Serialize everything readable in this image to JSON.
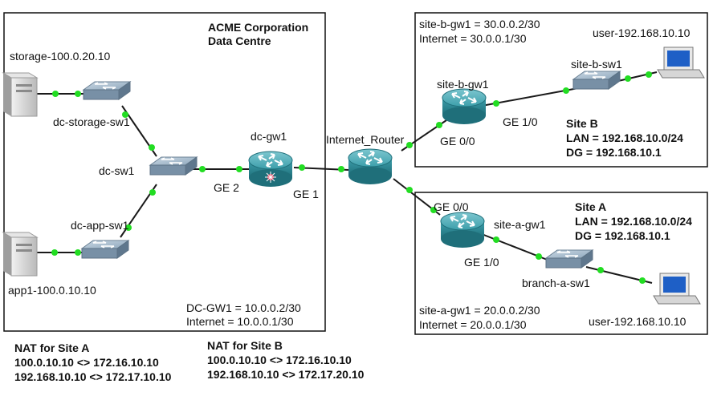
{
  "datacentre": {
    "title_line1": "ACME Corporation",
    "title_line2": "Data Centre",
    "addr_line1": "DC-GW1 = 10.0.0.2/30",
    "addr_line2": "Internet = 10.0.0.1/30"
  },
  "site_b": {
    "addr_line1": "site-b-gw1 = 30.0.0.2/30",
    "addr_line2": "Internet = 30.0.0.1/30",
    "title": "Site B",
    "lan": "LAN = 192.168.10.0/24",
    "dg": "DG = 192.168.10.1"
  },
  "site_a": {
    "title": "Site A",
    "lan": "LAN = 192.168.10.0/24",
    "dg": "DG = 192.168.10.1",
    "addr_line1": "site-a-gw1 = 20.0.0.2/30",
    "addr_line2": "Internet = 20.0.0.1/30"
  },
  "devices": {
    "storage": "storage-100.0.20.10",
    "dc_storage_sw": "dc-storage-sw1",
    "dc_sw": "dc-sw1",
    "dc_app_sw": "dc-app-sw1",
    "app1": "app1-100.0.10.10",
    "dc_gw": "dc-gw1",
    "internet_router": "Internet_Router",
    "site_b_gw": "site-b-gw1",
    "site_b_sw": "site-b-sw1",
    "user_b": "user-192.168.10.10",
    "site_a_gw": "site-a-gw1",
    "branch_a_sw": "branch-a-sw1",
    "user_a": "user-192.168.10.10"
  },
  "interfaces": {
    "dc_gw_ge2": "GE 2",
    "dc_gw_ge1": "GE 1",
    "site_b_ge00": "GE 0/0",
    "site_b_ge10": "GE 1/0",
    "site_a_ge00": "GE 0/0",
    "site_a_ge10": "GE 1/0"
  },
  "nat_a": {
    "title": "NAT for Site A",
    "line1": "100.0.10.10 <> 172.16.10.10",
    "line2": "192.168.10.10 <> 172.17.10.10"
  },
  "nat_b": {
    "title": "NAT for Site B",
    "line1": "100.0.10.10 <> 172.16.10.10",
    "line2": "192.168.10.10 <> 172.17.20.10"
  },
  "colors": {
    "link_dot": "#22dd22",
    "router": "#2f8f9a",
    "switch": "#8fa8bd",
    "server": "#d8d8d8"
  }
}
